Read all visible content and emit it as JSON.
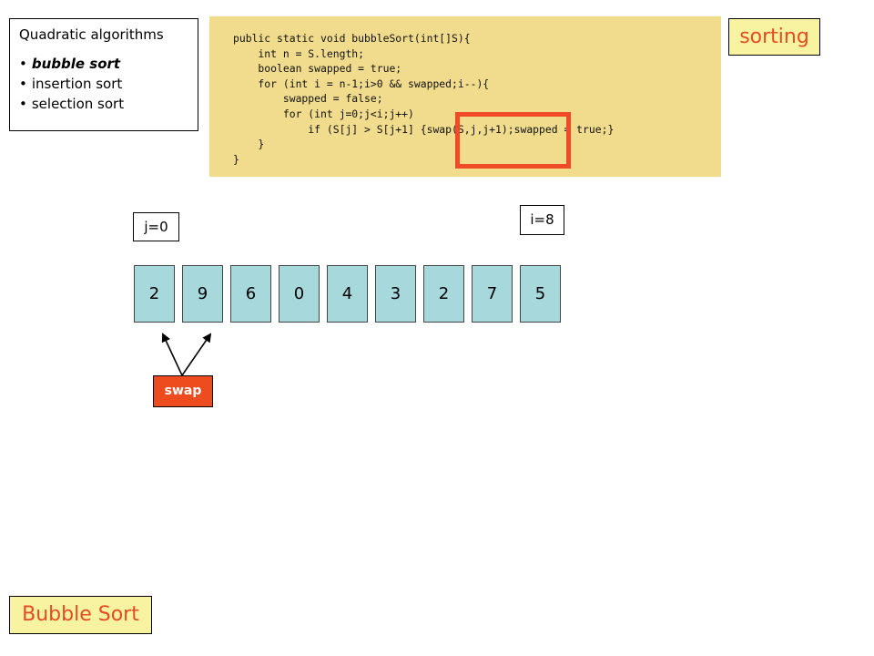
{
  "topics": {
    "title": "Quadratic algorithms",
    "items": [
      "bubble sort",
      "insertion sort",
      "selection sort"
    ]
  },
  "code": {
    "lines": [
      "public static void bubbleSort(int[]S){",
      "    int n = S.length;",
      "    boolean swapped = true;",
      "    for (int i = n-1;i>0 && swapped;i--){",
      "        swapped = false;",
      "        for (int j=0;j<i;j++)",
      "            if (S[j] > S[j+1] {swap(S,j,j+1);swapped = true;}",
      "    }",
      "}"
    ]
  },
  "header_label": "sorting",
  "footer_label": "Bubble Sort",
  "pointers": {
    "j": "j=0",
    "i": "i=8"
  },
  "array": [
    "2",
    "9",
    "6",
    "0",
    "4",
    "3",
    "2",
    "7",
    "5"
  ],
  "action": "swap",
  "colors": {
    "code_bg": "#f0dc8c",
    "highlight": "#ee4b26",
    "cell_bg": "#a6d8dc",
    "label_bg": "#f7f3a1",
    "label_text": "#e64b22",
    "action_bg": "#ee4b1f"
  }
}
